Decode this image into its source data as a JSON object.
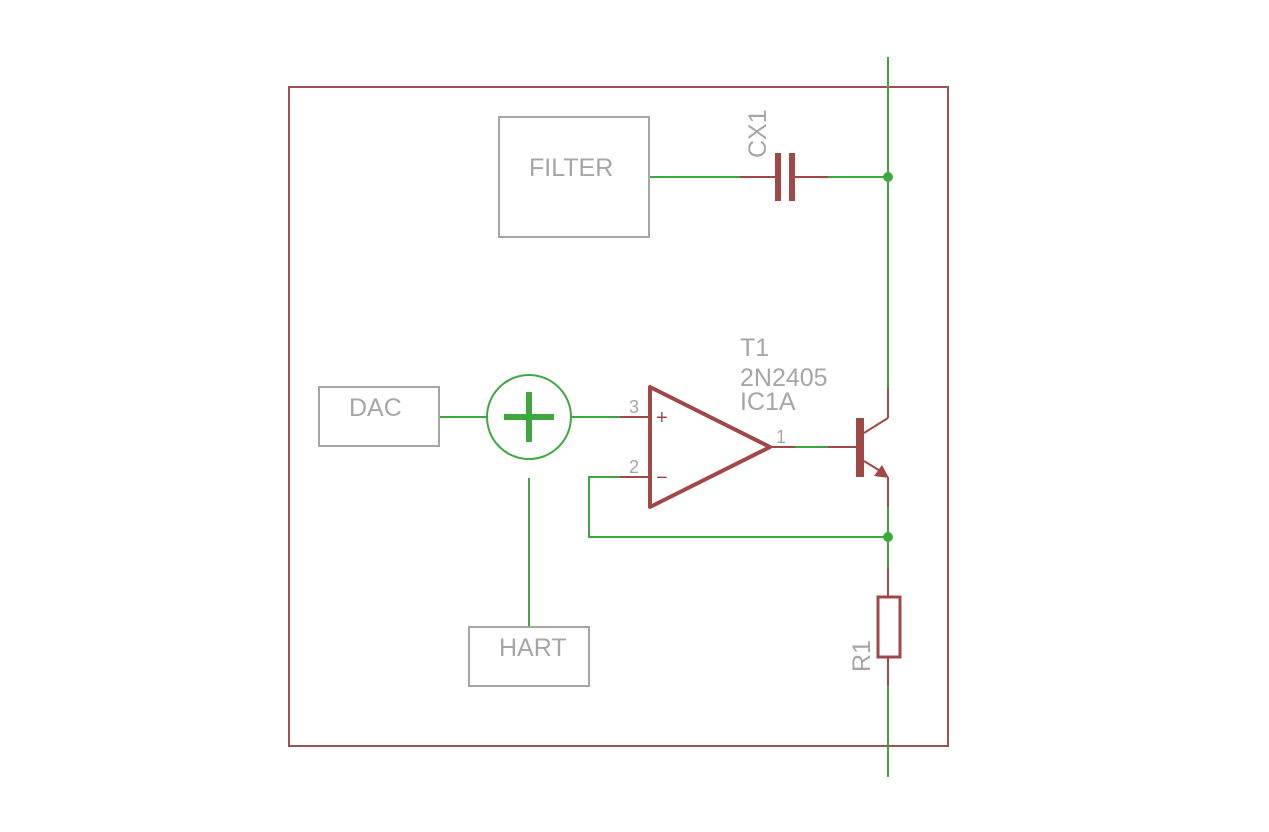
{
  "colors": {
    "frame": "#a05050",
    "wire": "#3ea83e",
    "component": "#a04848",
    "box": "#a6a6a6",
    "text": "#a6a6a6",
    "junction": "#3ea83e"
  },
  "blocks": {
    "filter": "FILTER",
    "dac": "DAC",
    "hart": "HART"
  },
  "summing_junction": {
    "symbol": "+"
  },
  "capacitor": {
    "name": "CX1"
  },
  "opamp": {
    "name": "IC1A",
    "pin_noninverting": "3",
    "pin_inverting": "2",
    "pin_output": "1",
    "plus_sign": "+",
    "minus_sign": "−"
  },
  "transistor": {
    "name": "T1",
    "value": "2N2405"
  },
  "resistor": {
    "name": "R1"
  },
  "icons": {
    "capacitor": "capacitor-icon",
    "opamp": "opamp-icon",
    "transistor": "npn-transistor-icon",
    "resistor": "resistor-icon",
    "summer": "summing-junction-icon"
  }
}
